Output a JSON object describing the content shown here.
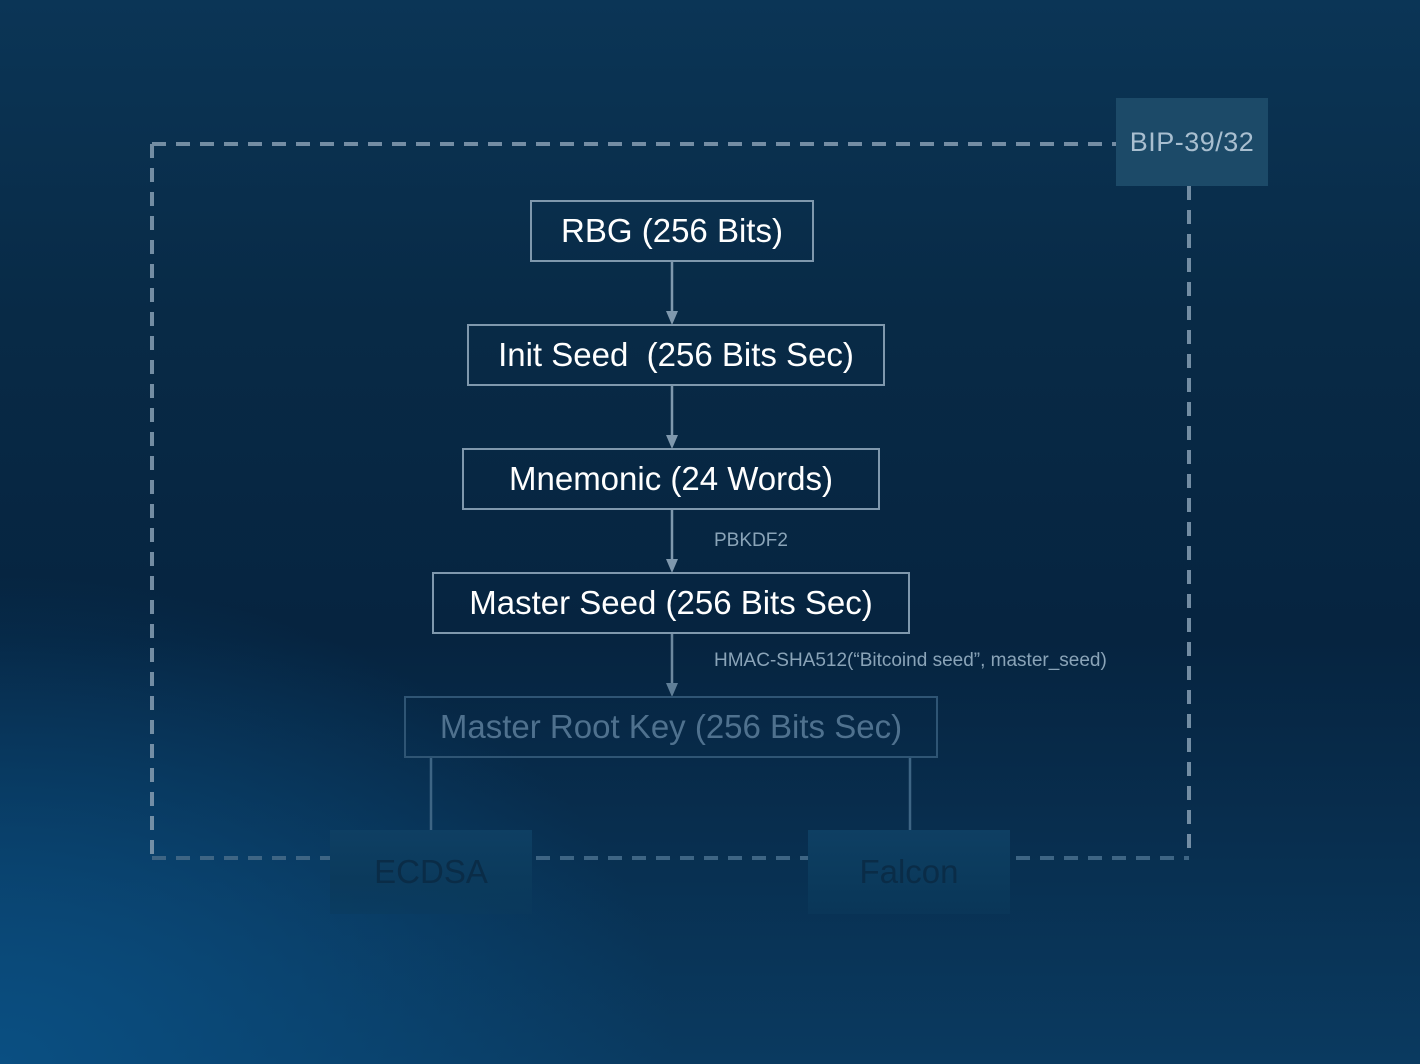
{
  "tag": {
    "label": "BIP-39/32"
  },
  "nodes": {
    "rbg": "RBG (256 Bits)",
    "init_seed": "Init Seed  (256 Bits Sec)",
    "mnemonic": "Mnemonic (24 Words)",
    "master_seed": "Master Seed (256 Bits Sec)",
    "master_root_key": "Master Root Key (256 Bits Sec)"
  },
  "edge_labels": {
    "pbkdf2": "PBKDF2",
    "hmac": "HMAC-SHA512(“Bitcoind seed”, master_seed)"
  },
  "algorithms": {
    "ecdsa": "ECDSA",
    "falcon": "Falcon"
  },
  "colors": {
    "frame": "#7f98ad",
    "tag_bg": "#1c4a68",
    "node_border": "#7f98ad",
    "node_text": "#ffffff",
    "faded": "#2f5574"
  }
}
